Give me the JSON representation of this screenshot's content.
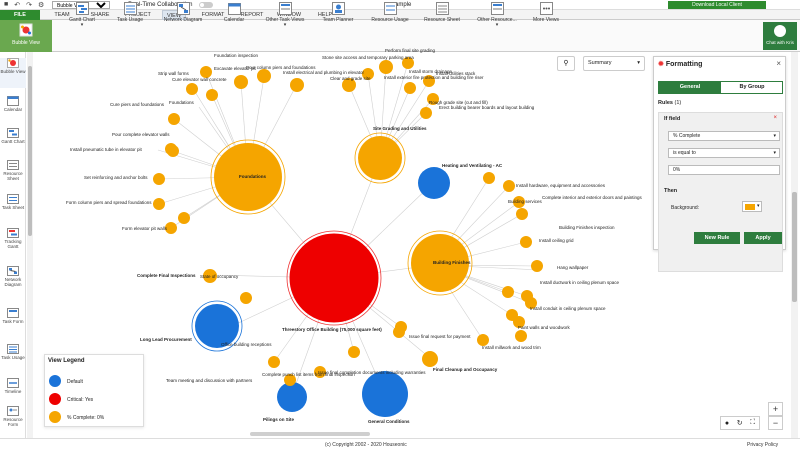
{
  "title_bar": {
    "view_select": "Bubble View",
    "realtime_label": "Real-Time Collaboration",
    "doc_name": "sample",
    "download_button": "Download Local Client"
  },
  "menu": {
    "file": "FILE",
    "team": "TEAM",
    "share": "SHARE",
    "project": "PROJECT",
    "view": "VIEW",
    "format": "FORMAT",
    "report": "REPORT",
    "window": "WINDOW",
    "help": "HELP"
  },
  "ribbon": {
    "bubble_view": "Bubble View",
    "gantt_chart": "Gantt Chart",
    "task_usage": "Task Usage",
    "network_diagram": "Network Diagram",
    "calendar": "Calendar",
    "other_task_views": "Other Task Views",
    "team_planner": "Team Planner",
    "resource_usage": "Resource Usage",
    "resource_sheet": "Resource Sheet",
    "other_resource": "Other Resource...",
    "more_views": "More Views",
    "chat": "Chat with Kris"
  },
  "sidebar": [
    {
      "label": "Bubble View"
    },
    {
      "label": "Calendar"
    },
    {
      "label": "Gantt Chart"
    },
    {
      "label": "Resource Sheet"
    },
    {
      "label": "Task Sheet"
    },
    {
      "label": "Tracking Gantt"
    },
    {
      "label": "Network Diagram"
    },
    {
      "label": "Task Form"
    },
    {
      "label": "Task Usage"
    },
    {
      "label": "Timeline"
    },
    {
      "label": "Resource Form"
    }
  ],
  "toolbar": {
    "summary": "Summary"
  },
  "formatting": {
    "title": "Formatting",
    "tab_general": "General",
    "tab_by_group": "By Group",
    "rules_label": "Rules",
    "rules_count": "(1)",
    "if_field": "If field",
    "field_value": "% Complete",
    "operator_value": "is equal to",
    "value_input": "0%",
    "then_label": "Then",
    "background_label": "Background:",
    "background_color": "#f5a500",
    "new_rule": "New Rule",
    "apply": "Apply"
  },
  "legend": {
    "title": "View Legend",
    "items": [
      {
        "label": "Default",
        "color": "#1a73d9"
      },
      {
        "label": "Critical: Yes",
        "color": "#ee0000"
      },
      {
        "label": "% Complete: 0%",
        "color": "#f5a500"
      }
    ]
  },
  "nodes": {
    "root": "Threestory Office Building (75,000 square feet)",
    "foundations": "Foundations",
    "site_grading": "Site Grading and Utilities",
    "hvac": "Heating and Ventilating - AC",
    "building_finishes": "Building Finishes",
    "long_lead": "Long Lead Procurement",
    "pilings": "Pilings on Site",
    "general_conditions": "General Conditions",
    "final_cleanup": "Final Cleanup and Occupancy",
    "final_inspections": "Complete Final Inspections",
    "foundation_inspection": "Foundation inspection",
    "strip_wall": "Strip wall forms",
    "cure_elevator": "Cure elevator wall concrete",
    "cure_piers": "Cure piers and foundations",
    "four_elevator": "Pour complete elevator walls",
    "install_pneumatic": "Install pneumatic tube in elevator pit",
    "set_reinforcing": "Set reinforcing and anchor bolts",
    "form_column": "Form column piers and spread foundations",
    "form_elevator": "Form elevator pit walls",
    "foundations_small": "Foundations",
    "excavate": "Excavate elevator pit",
    "pour_column": "Pour column piers and foundations",
    "electrical_plumbing": "Install electrical and plumbing in elevator",
    "clear_site": "Clear and grade site",
    "stone_site": "Stone site access and temporary parking area",
    "perform_grading": "Perform final site grading",
    "install_storm": "Install storm drainage",
    "install_utilities": "Install Utilities stack",
    "install_exterior": "Install exterior fire protection and building fire riser",
    "rough_grade": "Rough grade site (cut and fill)",
    "erect_building": "Erect building bearer boards and layout building",
    "install_hardware": "Install hardware, equipment and accessories",
    "complete_interior": "Complete interior and exterior doors and paintings",
    "building_services": "Building services",
    "building_finishes_insp": "Building Finishes inspection",
    "install_ceiling": "Install ceiling grid",
    "hang_wallpaper": "Hang wallpaper",
    "install_ductwork": "Install ductwork in ceiling plenum space",
    "install_conduit": "Install conduit in ceiling plenum space",
    "paint_walls": "Paint walls and woodwork",
    "install_millwork": "Install millwork and wood trim",
    "issue_final_request": "Issue final request for payment",
    "issue_final_completion": "Issue final completion documents including warranties",
    "office_receptions": "Office building receptions",
    "complete_punch": "Complete punch list items from final inspection",
    "team_meeting": "Team meeting and discussion with partners",
    "state_occupancy": "State of occupancy"
  },
  "footer": {
    "copyright": "(c) Copyright 2002 - 2020 Houseonic",
    "privacy": "Privacy Policy"
  },
  "colors": {
    "orange": "#f5a500",
    "blue": "#1a73d9",
    "red": "#ee0000",
    "green": "#2e7d3e"
  }
}
